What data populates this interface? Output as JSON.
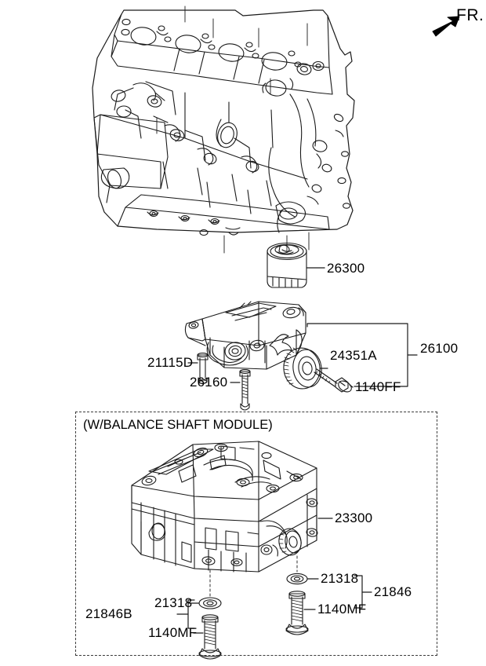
{
  "diagram": {
    "orientation_marker": {
      "label": "FR.",
      "icon": "arrow-up-left-icon"
    },
    "group_box": {
      "title": "(W/BALANCE SHAFT MODULE)"
    },
    "parts": [
      {
        "id": "oil-filter",
        "number": "26300",
        "kind": "oil-filter"
      },
      {
        "id": "oil-pump-assembly",
        "number": "26100",
        "kind": "assembly-bracket"
      },
      {
        "id": "pump-bolt-short",
        "number": "21115D",
        "kind": "bolt"
      },
      {
        "id": "pump-bolt-long",
        "number": "26160",
        "kind": "bolt"
      },
      {
        "id": "drive-gear",
        "number": "24351A",
        "kind": "gear"
      },
      {
        "id": "gear-flange-bolt",
        "number": "1140FF",
        "kind": "flange-bolt"
      },
      {
        "id": "balance-shaft-module",
        "number": "23300",
        "kind": "module"
      },
      {
        "id": "washer-left",
        "number": "21318",
        "kind": "washer"
      },
      {
        "id": "washer-right",
        "number": "21318",
        "kind": "washer"
      },
      {
        "id": "bolt-left",
        "number": "1140MF",
        "kind": "bolt"
      },
      {
        "id": "bolt-right",
        "number": "1140MF",
        "kind": "bolt"
      },
      {
        "id": "bolt-set-left",
        "number": "21846B",
        "kind": "set-bracket"
      },
      {
        "id": "bolt-set-right",
        "number": "21846",
        "kind": "set-bracket"
      }
    ],
    "colors": {
      "line": "#1a1a1a",
      "dash": "#3a3a3a",
      "background": "#ffffff"
    }
  }
}
